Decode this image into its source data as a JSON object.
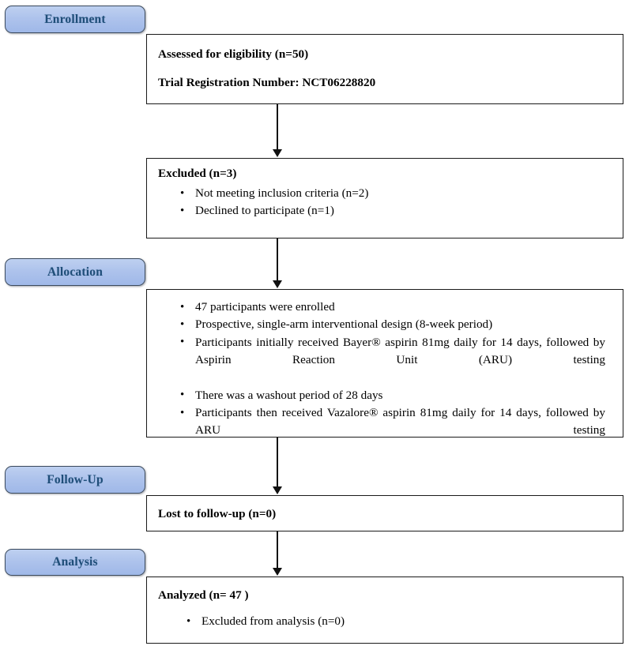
{
  "diagram": {
    "title": "CONSORT participant flow diagram",
    "accent_blue_fill": "#aec3ec",
    "accent_blue_text": "#1f4e79",
    "border_color": "#1a1a1a"
  },
  "stages": [
    {
      "id": "enrollment",
      "label": "Enrollment"
    },
    {
      "id": "allocation",
      "label": "Allocation"
    },
    {
      "id": "followup",
      "label": "Follow-Up"
    },
    {
      "id": "analysis",
      "label": "Analysis"
    }
  ],
  "boxes": {
    "eligibility": {
      "line1": "Assessed for eligibility (n=50)",
      "line2": "Trial Registration Number: NCT06228820"
    },
    "excluded": {
      "headline": "Excluded (n=3)",
      "bullets": [
        "Not meeting inclusion criteria (n=2)",
        "Declined to participate (n=1)"
      ]
    },
    "allocation": {
      "bullets": [
        "47 participants were enrolled",
        "Prospective, single-arm interventional design (8-week period)",
        "Participants initially received Bayer® aspirin 81mg daily for 14 days, followed by Aspirin Reaction Unit (ARU) testing",
        "There was a washout period of 28 days",
        "Participants then received Vazalore® aspirin 81mg daily for 14 days, followed by ARU testing"
      ]
    },
    "followup": {
      "headline": "Lost to follow-up (n=0)"
    },
    "analysis": {
      "headline": "Analyzed (n= 47 )",
      "bullets": [
        "Excluded from analysis (n=0)"
      ]
    }
  }
}
